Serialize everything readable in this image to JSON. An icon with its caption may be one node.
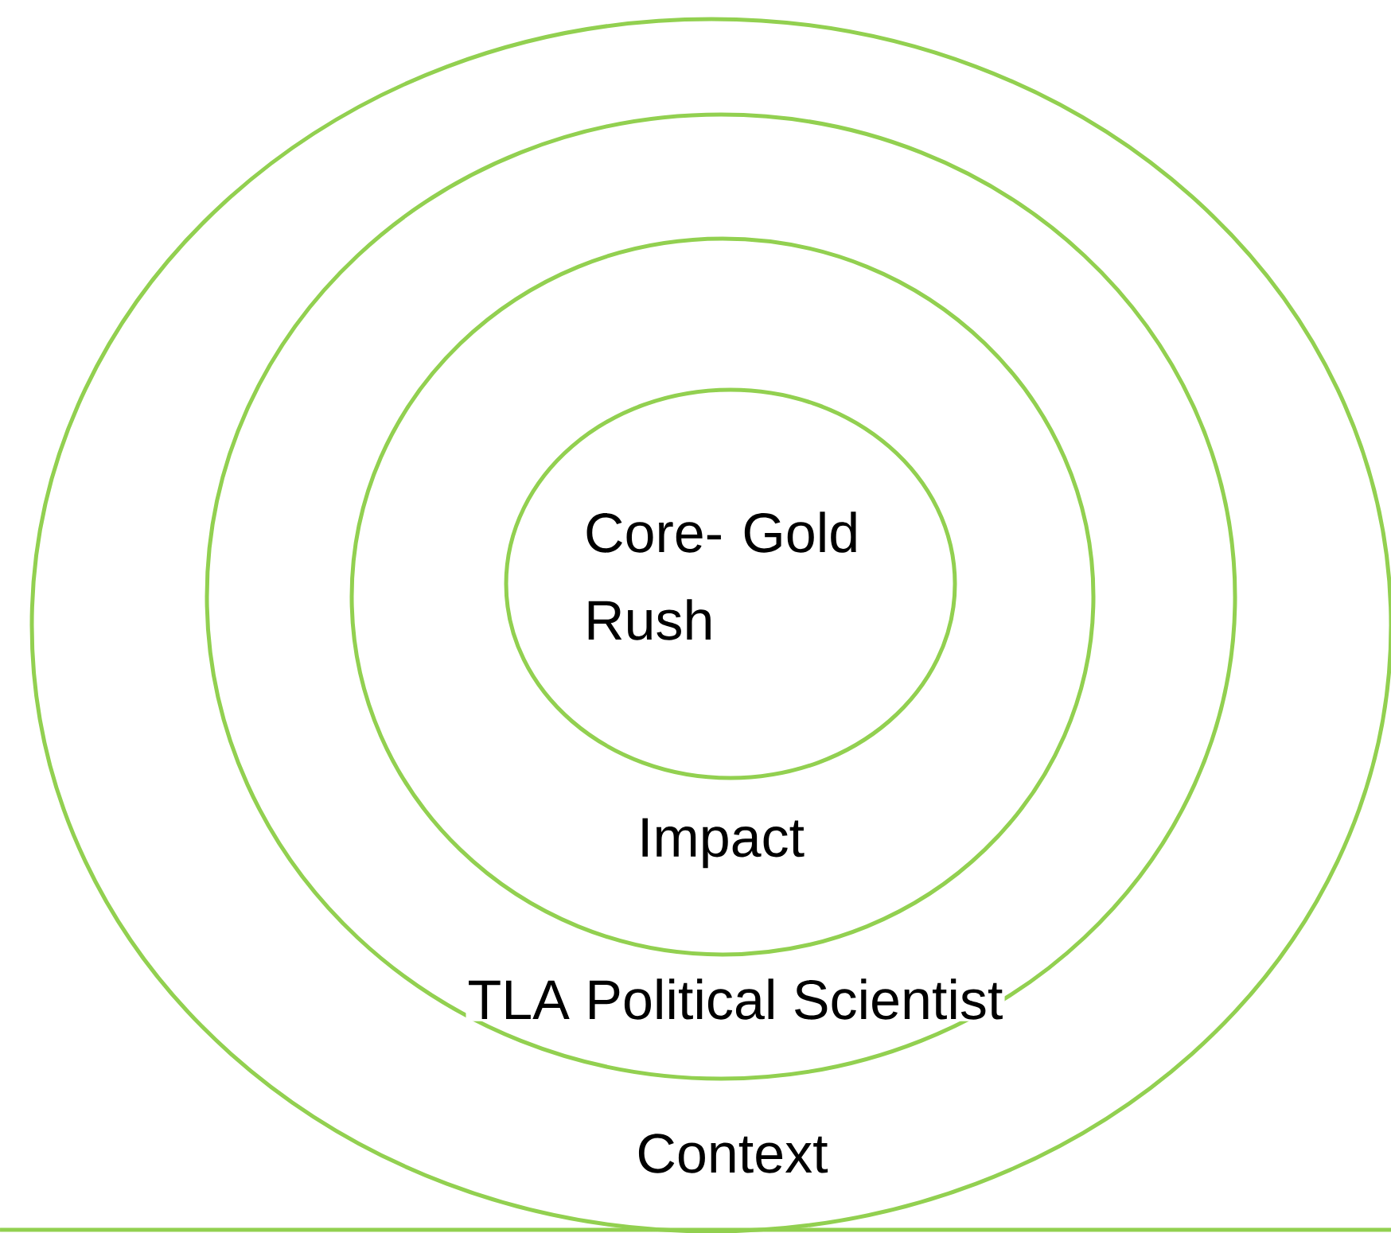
{
  "diagram": {
    "nodes": [
      {
        "text": [
          "Context"
        ]
      },
      {
        "text": [
          "TLA Political Scientist"
        ],
        "in": 0
      },
      {
        "text": [
          "Impact"
        ],
        "in": 1
      },
      {
        "text": [
          "Core- Gold Rush"
        ],
        "in": 2
      }
    ]
  }
}
